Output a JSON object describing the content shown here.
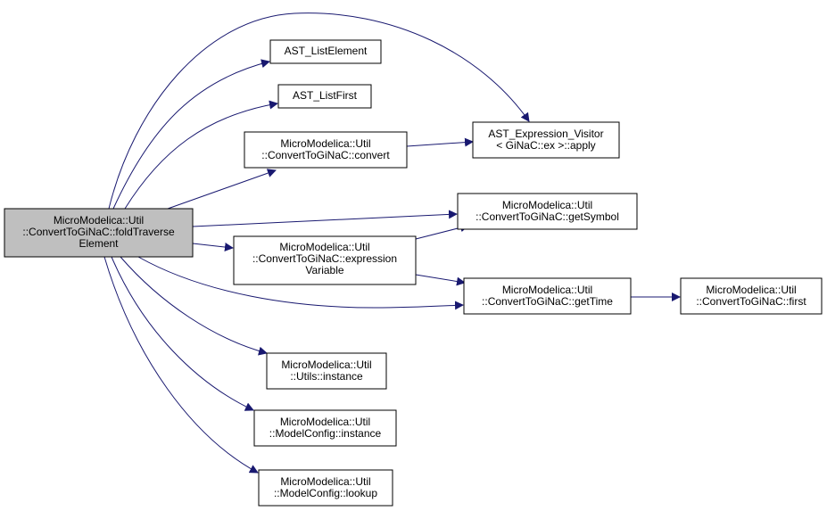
{
  "colors": {
    "edge": "#191970",
    "node_border": "#000000",
    "node_fill": "#ffffff",
    "root_fill": "#bfbfbf"
  },
  "nodes": [
    {
      "id": "root",
      "lines": [
        "MicroModelica::Util",
        "::ConvertToGiNaC::foldTraverse",
        "Element"
      ]
    },
    {
      "id": "ast_listelement",
      "lines": [
        "AST_ListElement"
      ]
    },
    {
      "id": "ast_listfirst",
      "lines": [
        "AST_ListFirst"
      ]
    },
    {
      "id": "convert",
      "lines": [
        "MicroModelica::Util",
        "::ConvertToGiNaC::convert"
      ]
    },
    {
      "id": "apply",
      "lines": [
        "AST_Expression_Visitor",
        "< GiNaC::ex >::apply"
      ]
    },
    {
      "id": "getsymbol",
      "lines": [
        "MicroModelica::Util",
        "::ConvertToGiNaC::getSymbol"
      ]
    },
    {
      "id": "expressionvariable",
      "lines": [
        "MicroModelica::Util",
        "::ConvertToGiNaC::expression",
        "Variable"
      ]
    },
    {
      "id": "gettime",
      "lines": [
        "MicroModelica::Util",
        "::ConvertToGiNaC::getTime"
      ]
    },
    {
      "id": "first",
      "lines": [
        "MicroModelica::Util",
        "::ConvertToGiNaC::first"
      ]
    },
    {
      "id": "utils_instance",
      "lines": [
        "MicroModelica::Util",
        "::Utils::instance"
      ]
    },
    {
      "id": "modelconfig_instance",
      "lines": [
        "MicroModelica::Util",
        "::ModelConfig::instance"
      ]
    },
    {
      "id": "modelconfig_lookup",
      "lines": [
        "MicroModelica::Util",
        "::ModelConfig::lookup"
      ]
    }
  ],
  "edges": [
    {
      "from": "root",
      "to": "apply"
    },
    {
      "from": "root",
      "to": "ast_listelement"
    },
    {
      "from": "root",
      "to": "ast_listfirst"
    },
    {
      "from": "root",
      "to": "convert"
    },
    {
      "from": "root",
      "to": "getsymbol"
    },
    {
      "from": "root",
      "to": "expressionvariable"
    },
    {
      "from": "root",
      "to": "gettime"
    },
    {
      "from": "root",
      "to": "utils_instance"
    },
    {
      "from": "root",
      "to": "modelconfig_instance"
    },
    {
      "from": "root",
      "to": "modelconfig_lookup"
    },
    {
      "from": "convert",
      "to": "apply"
    },
    {
      "from": "expressionvariable",
      "to": "getsymbol"
    },
    {
      "from": "expressionvariable",
      "to": "gettime"
    },
    {
      "from": "gettime",
      "to": "first"
    }
  ]
}
